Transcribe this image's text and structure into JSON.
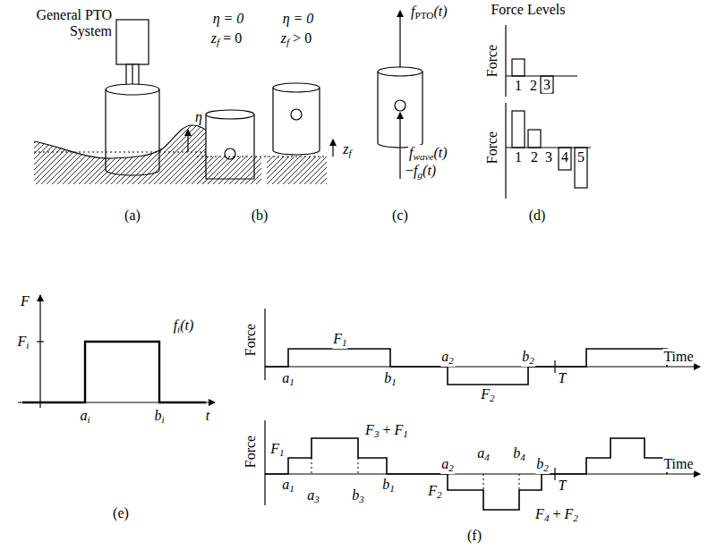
{
  "diagram": {
    "labels": [
      "General PTO System",
      "η",
      "(a)",
      "η = 0",
      "η = 0",
      "z",
      "f",
      "= 0",
      "z",
      "f",
      "> 0",
      "z",
      "f",
      "(b)",
      "f",
      "PTO",
      "(t)",
      "f",
      "wave",
      "(t)",
      "−",
      "f",
      "g",
      "(t)",
      "(c)",
      "Force Levels",
      "Force",
      "1",
      "2",
      "3",
      "Force",
      "1",
      "2",
      "3",
      "4",
      "5",
      "(d)",
      "F",
      "F",
      "i",
      "f",
      "i",
      "(t)",
      "a",
      "i",
      "b",
      "i",
      "t",
      "(e)",
      "Force",
      "F",
      "1",
      "a",
      "1",
      "b",
      "1",
      "a",
      "2",
      "b",
      "2",
      "T",
      "Time",
      "F",
      "2",
      "Force",
      "F",
      "1",
      "F",
      "3",
      "+",
      "F",
      "1",
      "a",
      "1",
      "a",
      "3",
      "b",
      "3",
      "b",
      "1",
      "a",
      "2",
      "a",
      "4",
      "b",
      "4",
      "b",
      "2",
      "T",
      "Time",
      "F",
      "2",
      "F",
      "4",
      "+",
      "F",
      "2",
      "(f)"
    ]
  }
}
